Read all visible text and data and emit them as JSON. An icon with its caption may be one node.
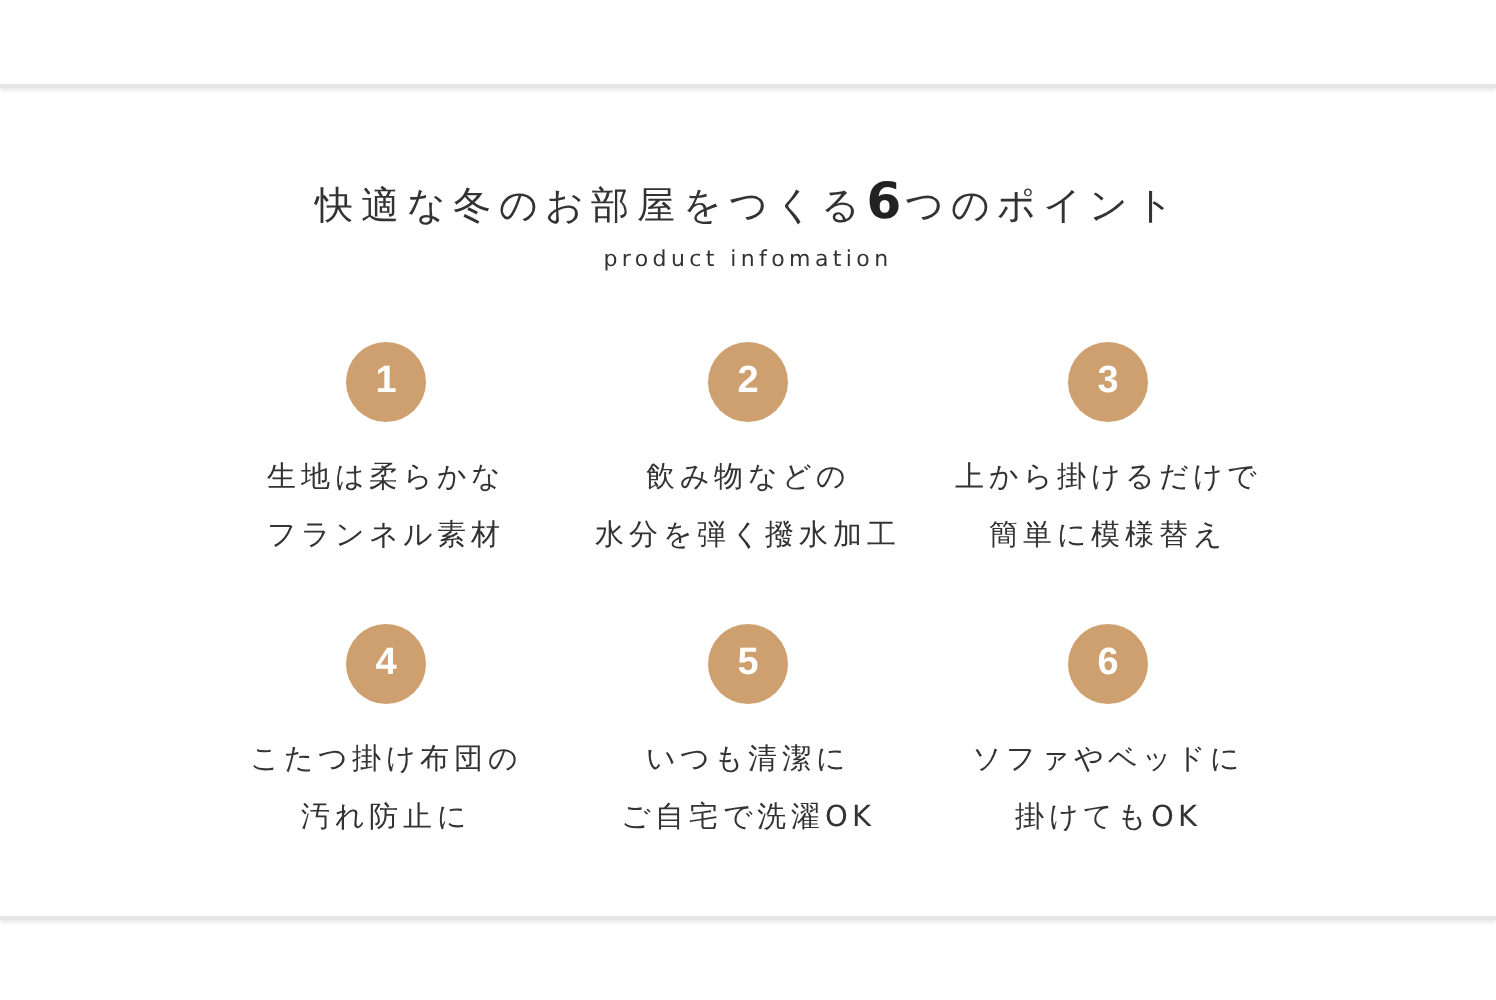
{
  "diagram": {
    "title": "快適な冬のお部屋をつくる**6**つのポイント",
    "nodes": [
      {
        "text": [
          "1",
          "生地は柔らかな",
          "フランネル素材"
        ]
      },
      {
        "text": [
          "2",
          "飲み物などの",
          "水分を弾く撥水加工"
        ]
      },
      {
        "text": [
          "3",
          "上から掛けるだけで",
          "簡単に模様替え"
        ]
      },
      {
        "text": [
          "4",
          "こたつ掛け布団の",
          "汚れ防止に"
        ]
      },
      {
        "text": [
          "5",
          "いつも清潔に",
          "ご自宅で洗濯OK"
        ]
      },
      {
        "text": [
          "6",
          "ソファやベッドに",
          "掛けてもOK"
        ]
      }
    ],
    "labels": [
      "product infomation"
    ]
  }
}
